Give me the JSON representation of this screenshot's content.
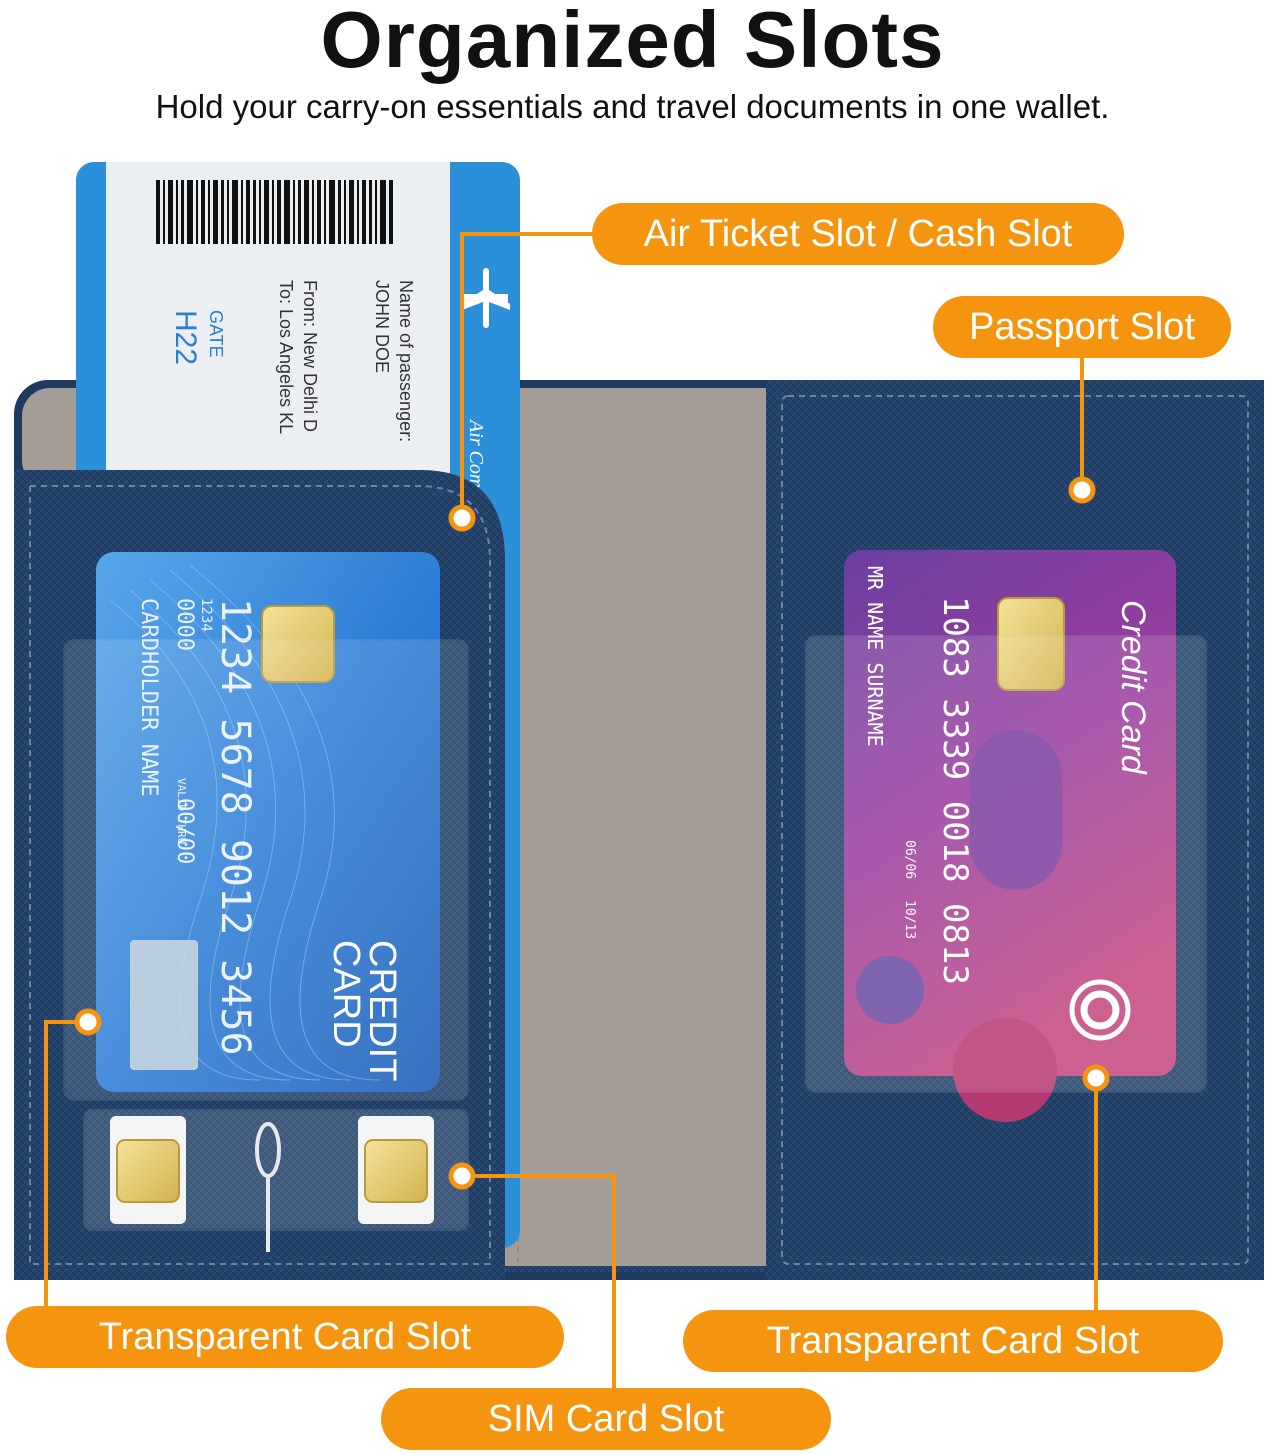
{
  "header": {
    "title": "Organized Slots",
    "subtitle": "Hold your carry-on essentials and travel documents in one wallet."
  },
  "callouts": {
    "air_ticket": "Air Ticket Slot / Cash Slot",
    "passport": "Passport Slot",
    "transparent_left": "Transparent Card Slot",
    "transparent_right": "Transparent Card Slot",
    "sim": "SIM Card Slot"
  },
  "ticket": {
    "gate_label": "GATE",
    "gate": "H22",
    "passenger_label": "Name of passenger:",
    "passenger": "JOHN DOE",
    "from": "From: New Delhi D",
    "to": "To: Los Angeles KL",
    "airline": "Air Comp"
  },
  "left_card": {
    "number": "1234 5678 9012 3456",
    "small_number": "1234",
    "zeros": "0000",
    "holder": "CARDHOLDER NAME",
    "valid_label": "VALID THRU",
    "valid": "00/00",
    "brand_line1": "CREDIT",
    "brand_line2": "CARD"
  },
  "right_card": {
    "brand": "Credit Card",
    "number": "1083 3339 0018 0813",
    "holder": "MR NAME SURNAME",
    "valid_from": "06/06",
    "expires": "10/13"
  },
  "colors": {
    "accent": "#f5950f",
    "wallet_navy": "#24426a",
    "lining_grey": "#a39c97",
    "ticket_blue": "#2b8fd9",
    "card_purple": "#7a3d96"
  }
}
